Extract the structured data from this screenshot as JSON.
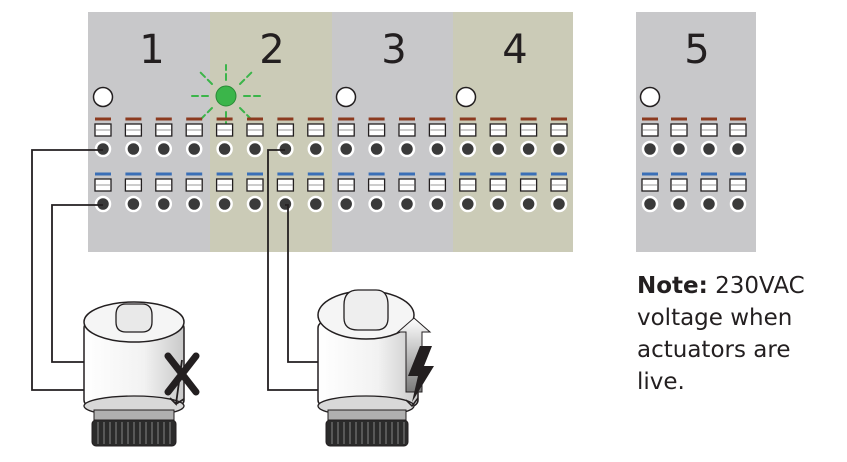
{
  "zones": [
    {
      "label": "1",
      "color": "#c8c8ca",
      "led": "off"
    },
    {
      "label": "2",
      "color": "#cbcbb7",
      "led": "on"
    },
    {
      "label": "3",
      "color": "#c8c8ca",
      "led": "off"
    },
    {
      "label": "4",
      "color": "#cbcbb7",
      "led": "off"
    },
    {
      "label": "5",
      "color": "#c8c8ca",
      "led": "off"
    }
  ],
  "note": {
    "bold": "Note:",
    "text": " 230VAC voltage when actuators are live."
  },
  "colors": {
    "led_on": "#3bb54a",
    "terminal_top_line": "#8b3a1f",
    "terminal_bottom_line": "#3a6fb7",
    "wire": "#231f20",
    "cross": "#231f20"
  },
  "icons": {
    "actuator_left": "actuator-off-icon",
    "actuator_right": "actuator-live-icon",
    "cross": "cross-icon",
    "lightning": "lightning-icon"
  }
}
